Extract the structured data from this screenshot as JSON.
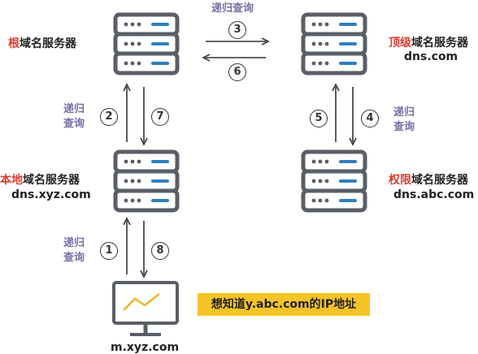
{
  "servers": {
    "root": {
      "highlight": "根",
      "rest": "域名服务器"
    },
    "tld": {
      "highlight": "顶级",
      "rest": "域名服务器",
      "host": "dns.com"
    },
    "local": {
      "highlight": "本地",
      "rest": "域名服务器",
      "host": "dns.xyz.com"
    },
    "auth": {
      "highlight": "权限",
      "rest": "域名服务器",
      "host": "dns.abc.com"
    }
  },
  "client": {
    "host": "m.xyz.com"
  },
  "query_labels": {
    "top": "递归查询",
    "root_local": [
      "递归",
      "查询"
    ],
    "tld_auth": [
      "递归",
      "查询"
    ],
    "local_client": [
      "递归",
      "查询"
    ]
  },
  "steps": [
    "1",
    "2",
    "3",
    "4",
    "5",
    "6",
    "7",
    "8"
  ],
  "callout": "想知道y.abc.com的IP地址",
  "colors": {
    "highlight": "#e23b2e",
    "server_frame": "#5a5e66",
    "server_bar": "#2f7fc1",
    "query_label": "#7b6ea8",
    "callout_bg": "#f5c427",
    "chart_line": "#f0b429"
  },
  "icons": [
    "server-icon",
    "monitor-icon"
  ]
}
